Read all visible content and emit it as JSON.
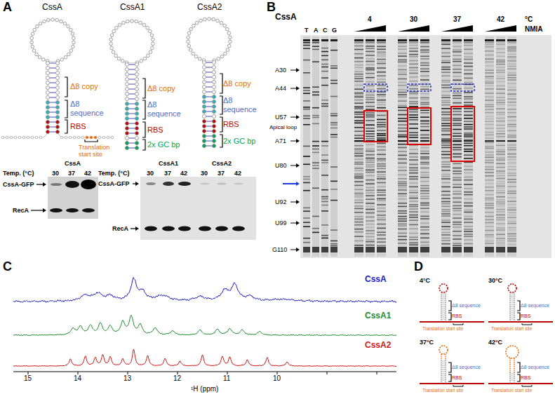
{
  "diagram": {
    "labels": [
      "A",
      "CssA",
      "CssA1",
      "CssA2",
      "Δ8 copy",
      "Δ8 sequence",
      "RBS",
      "Translation start site",
      "Δ8 copy",
      "Δ8 sequence",
      "RBS",
      "2x GC bp",
      "Δ8 copy",
      "Δ8 sequence",
      "RBS",
      "2x GC bp",
      "CssA",
      "Temp. (°C)",
      "30",
      "37",
      "42",
      "CssA-GFP",
      "RecA",
      "CssA1",
      "CssA2",
      "Temp. (°C)",
      "30",
      "37",
      "42",
      "30",
      "37",
      "42",
      "CssA-GFP",
      "RecA",
      "B",
      "CssA",
      "T",
      "A",
      "C",
      "G",
      "4",
      "30",
      "37",
      "42",
      "°C",
      "NMIA",
      "A30",
      "A44",
      "U57",
      "Apical loop",
      "A71",
      "U80",
      "U92",
      "U99",
      "G110",
      "C",
      "CssA",
      "CssA1",
      "CssA2",
      "15",
      "14",
      "13",
      "12",
      "11",
      "10",
      "¹H (ppm)",
      "D",
      "4°C",
      "Δ8 sequence",
      "RBS",
      "Translation start site",
      "30°C",
      "Δ8 sequence",
      "RBS",
      "Translation start site",
      "37°C",
      "Δ8 sequence",
      "RBS",
      "Translation start site",
      "42°C",
      "Δ8 sequence",
      "RBS",
      "Translation start site"
    ]
  }
}
